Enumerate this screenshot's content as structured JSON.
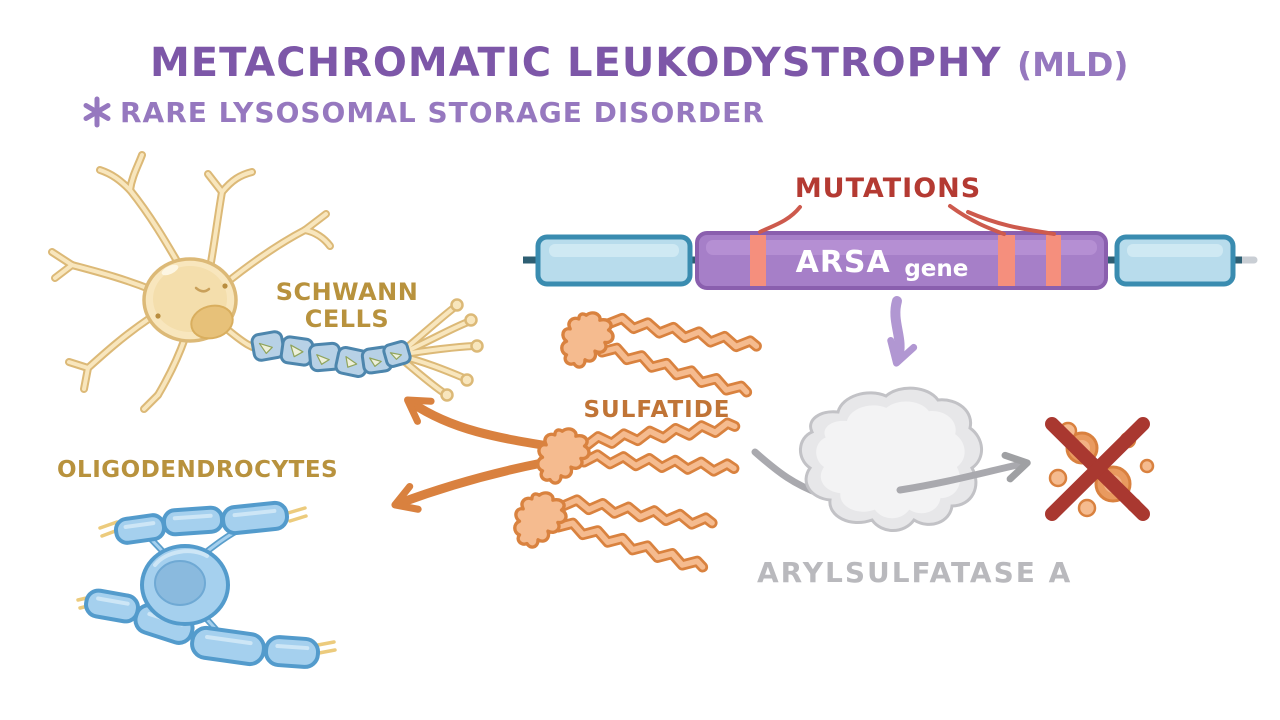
{
  "header": {
    "title": "METACHROMATIC LEUKODYSTROPHY",
    "abbr": "(MLD)",
    "subtitle": "RARE LYSOSOMAL STORAGE DISORDER"
  },
  "gene": {
    "mutations_label": "MUTATIONS",
    "name": "ARSA",
    "word": "gene"
  },
  "cells": {
    "schwann_line1": "SCHWANN",
    "schwann_line2": "CELLS",
    "oligodendrocytes_label": "OLIGODENDROCYTES"
  },
  "pathway": {
    "sulfatide_label": "SULFATIDE",
    "enzyme_label": "ARYLSULFATASE A"
  },
  "figures": [
    "neuron-with-schwann-cell-myelin",
    "oligodendrocyte-wrapping-axons",
    "arsa-gene-with-mutation-stripes",
    "sulfatide-molecules",
    "arylsulfatase-a-enzyme",
    "blocked-sulfatide-degradation"
  ],
  "colors": {
    "title_purple": "#7d57a8",
    "light_purple": "#9678bf",
    "mutations_red": "#b43a32",
    "pointer_red": "#cd5a4d",
    "dna_line_teal": "#2e5f73",
    "exon_blue_fill": "#b8dcec",
    "exon_blue_border": "#3a8cb0",
    "gene_purple_fill": "#a67fc8",
    "gene_purple_border": "#8a5fae",
    "mutation_stripe_pink": "#f58f7d",
    "gene_text_white": "#ffffff",
    "arrow_purple": "#b197d2",
    "arrow_orange": "#d9813f",
    "arrow_gray": "#a9a9ae",
    "sulfatide_fill": "#f5bb8f",
    "sulfatide_outline": "#d9823f",
    "sulfatide_label_brown": "#c07436",
    "enzyme_gray_fill": "#e7e7e9",
    "enzyme_label_gray": "#b9b9bd",
    "myelin_blue": "#b7d1e6",
    "oligo_blue": "#a5d0ee",
    "neuron_cream": "#f8e6bd",
    "cell_label_gold": "#b8923d",
    "x_red": "#a93830"
  }
}
